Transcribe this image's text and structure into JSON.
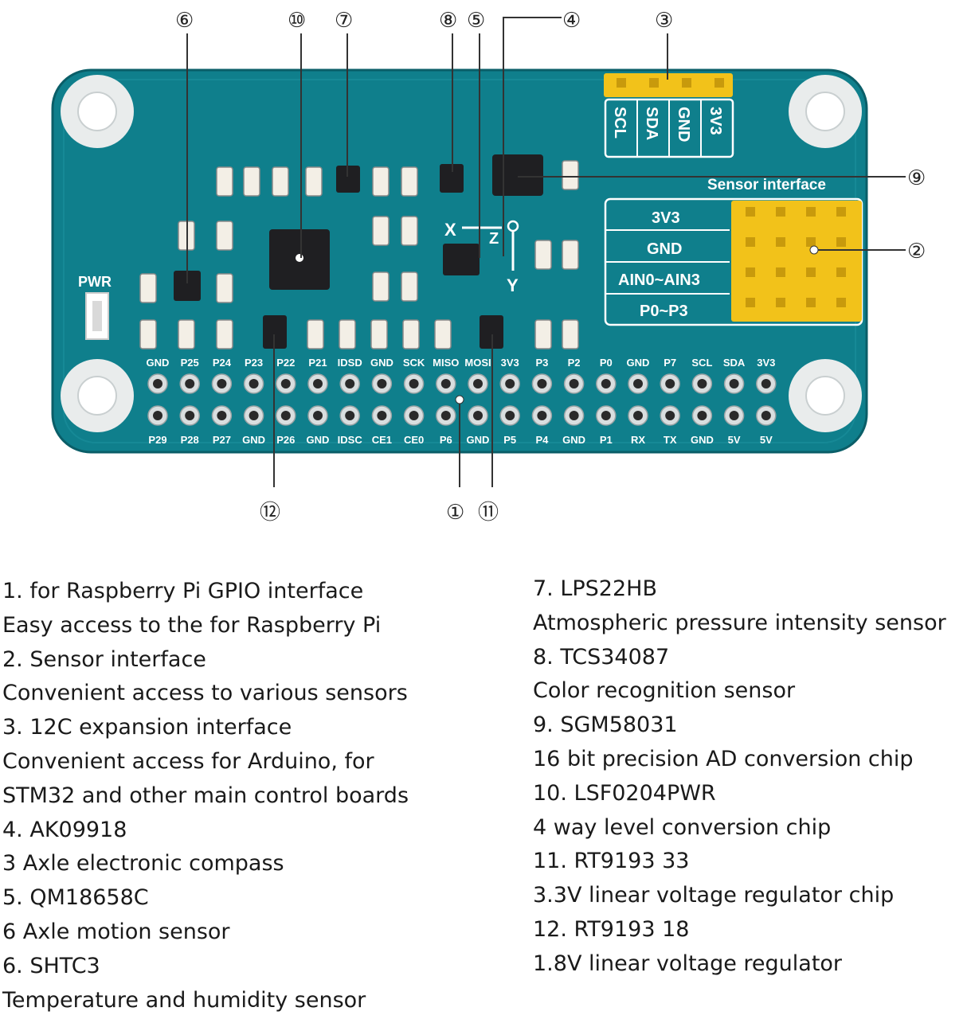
{
  "board": {
    "pwr_label": "PWR",
    "sensor_interface_title": "Sensor interface",
    "i2c_header_labels": [
      "SCL",
      "SDA",
      "GND",
      "3V3"
    ],
    "sensor_rows": [
      "3V3",
      "GND",
      "AIN0~AIN3",
      "P0~P3"
    ],
    "axis_x": "X",
    "axis_y": "Y",
    "axis_z": "Z",
    "gpio_top_labels": [
      "GND",
      "P25",
      "P24",
      "P23",
      "P22",
      "P21",
      "IDSD",
      "GND",
      "SCK",
      "MISO",
      "MOSI",
      "3V3",
      "P3",
      "P2",
      "P0",
      "GND",
      "P7",
      "SCL",
      "SDA",
      "3V3"
    ],
    "gpio_bottom_labels": [
      "P29",
      "P28",
      "P27",
      "GND",
      "P26",
      "GND",
      "IDSC",
      "CE1",
      "CE0",
      "P6",
      "GND",
      "P5",
      "P4",
      "GND",
      "P1",
      "RX",
      "TX",
      "GND",
      "5V",
      "5V"
    ]
  },
  "callouts": {
    "c1": "①",
    "c2": "②",
    "c3": "③",
    "c4": "④",
    "c5": "⑤",
    "c6": "⑥",
    "c7": "⑦",
    "c8": "⑧",
    "c9": "⑨",
    "c10": "⑩",
    "c11": "⑪",
    "c12": "⑫"
  },
  "legend_left": [
    "1. for Raspberry Pi GPIO interface",
    "Easy access to the for Raspberry Pi",
    "2. Sensor interface",
    "Convenient access to various sensors",
    "3. 12C expansion interface",
    "Convenient access for Arduino, for",
    "STM32 and other main control boards",
    "4. AK09918",
    "3 Axle electronic compass",
    "5. QM18658C",
    "6 Axle motion sensor",
    "6. SHTC3",
    "Temperature and humidity sensor"
  ],
  "legend_right": [
    "7. LPS22HB",
    "Atmospheric pressure intensity sensor",
    "8. TCS34087",
    "Color recognition sensor",
    "9. SGM58031",
    "16 bit precision AD conversion chip",
    "10. LSF0204PWR",
    "4 way level conversion chip",
    "11. RT9193 33",
    "3.3V linear voltage regulator chip",
    "12. RT9193 18",
    "1.8V linear voltage regulator"
  ],
  "colors": {
    "pcb": "#0f7f8c",
    "pcb_dark": "#0b6470",
    "header_gold": "#f2c21a",
    "mount_hole": "#e9ecec",
    "chip": "#1f1f22",
    "silkscreen": "#ffffff",
    "callout_line": "#333333"
  }
}
